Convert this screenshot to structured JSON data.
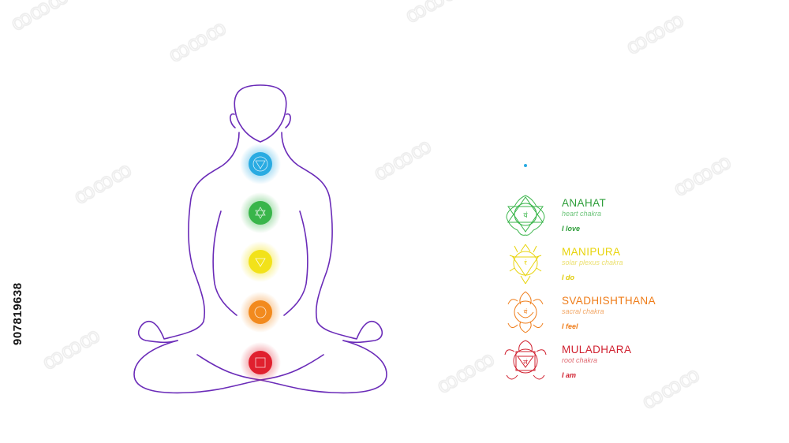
{
  "stock_id": "907819638",
  "chakras": [
    {
      "name": "ANAHAT",
      "subtitle": "heart chakra",
      "affirmation": "I love",
      "color": "#2e9e3a",
      "fill": "#39b54a"
    },
    {
      "name": "MANIPURA",
      "subtitle": "solar plexus chakra",
      "affirmation": "I do",
      "color": "#e8d40c",
      "fill": "#f2e21a"
    },
    {
      "name": "SVADHISHTHANA",
      "subtitle": "sacral chakra",
      "affirmation": "I feel",
      "color": "#ef7d1a",
      "fill": "#f28a1e"
    },
    {
      "name": "MULADHARA",
      "subtitle": "root chakra",
      "affirmation": "I am",
      "color": "#d01f2e",
      "fill": "#e0202e"
    }
  ],
  "throat_chakra": {
    "color": "#2aa8e0",
    "fill": "#29abe2"
  },
  "figure_outline_color": "#6a2bb8"
}
